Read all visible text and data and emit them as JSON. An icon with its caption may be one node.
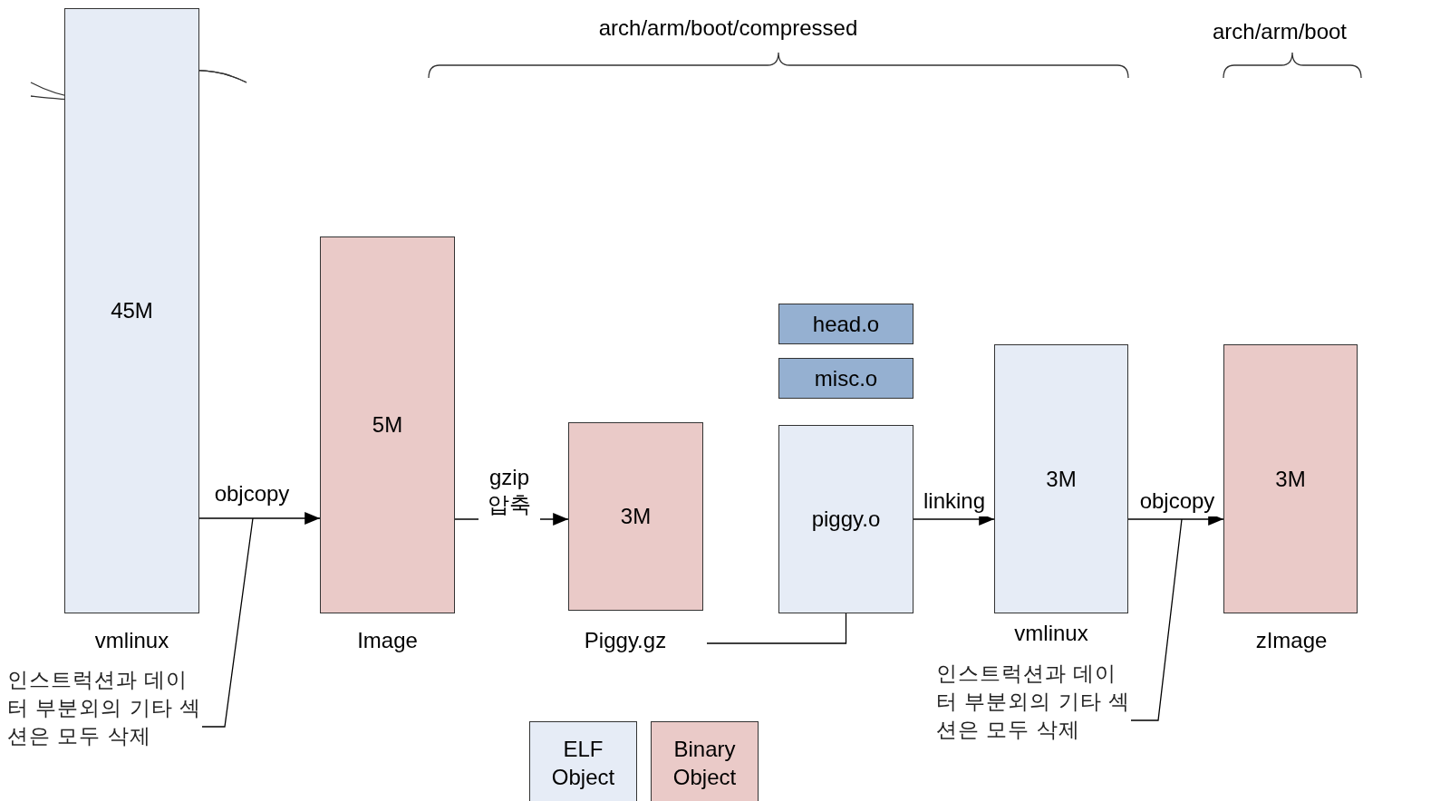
{
  "diagram": {
    "nodes": [
      {
        "text": [
          "45M"
        ],
        "beside": [
          "vmlinux"
        ]
      },
      {
        "text": [
          "5M"
        ],
        "beside": [
          "Image"
        ]
      },
      {
        "text": [
          "3M"
        ],
        "beside": [
          "Piggy.gz"
        ]
      },
      {
        "text": [
          "head.o"
        ]
      },
      {
        "text": [
          "misc.o"
        ]
      },
      {
        "text": [
          "piggy.o"
        ]
      },
      {
        "text": [
          "3M"
        ],
        "beside": [
          "vmlinux"
        ]
      },
      {
        "text": [
          "3M"
        ],
        "beside": [
          "zImage"
        ]
      },
      {
        "text": [
          "인스트럭션과 데이터 부분외의 기타 섹션은 모두 삭제"
        ]
      },
      {
        "text": [
          "인스트럭션과 데이터 부분외의 기타 섹션은 모두 삭제"
        ]
      }
    ],
    "edges": [
      {
        "from": 0,
        "to": 1,
        "arrow": "to",
        "label": "objcopy"
      },
      {
        "from": 1,
        "to": 2,
        "arrow": "to",
        "label": "gzip 압축"
      },
      {
        "from": 5,
        "to": 6,
        "arrow": "to",
        "label": "linking"
      },
      {
        "from": 6,
        "to": 7,
        "arrow": "to",
        "label": "objcopy"
      },
      {
        "from": 2,
        "to": 5,
        "arrow": "none"
      },
      {
        "from": 8,
        "to": null,
        "arrow": "none"
      },
      {
        "from": 9,
        "to": null,
        "arrow": "none"
      }
    ],
    "labels": [
      "arch/arm/boot/compressed",
      "arch/arm/boot"
    ],
    "legend": [
      {
        "text": "ELF Object",
        "color": "#e6ecf6"
      },
      {
        "text": "Binary Object",
        "color": "#eacac8"
      }
    ]
  }
}
